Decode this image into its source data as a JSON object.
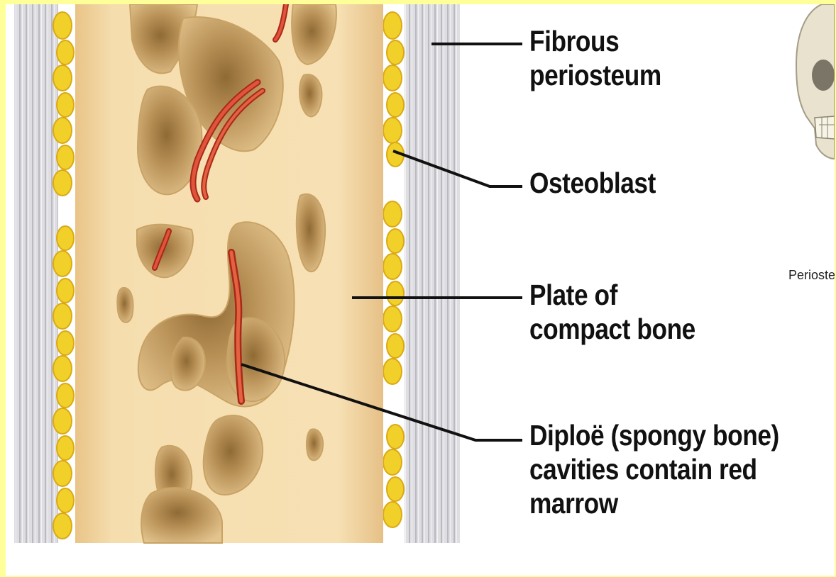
{
  "labels": {
    "fibrous_periosteum": [
      "Fibrous",
      "periosteum"
    ],
    "osteoblast": [
      "Osteoblast"
    ],
    "compact_bone": [
      "Plate of",
      "compact bone"
    ],
    "diploe": [
      "Diploë (spongy bone)",
      "cavities contain red",
      "marrow"
    ]
  },
  "side_panel": {
    "caption": "Perioste"
  },
  "colors": {
    "page_border": "#ffff99",
    "periosteum": "#d8d8dc",
    "osteoblast": "#f2d028",
    "bone": "#f3d9a4",
    "cavity": "#bf9a5c",
    "vessel": "#d8402a"
  }
}
